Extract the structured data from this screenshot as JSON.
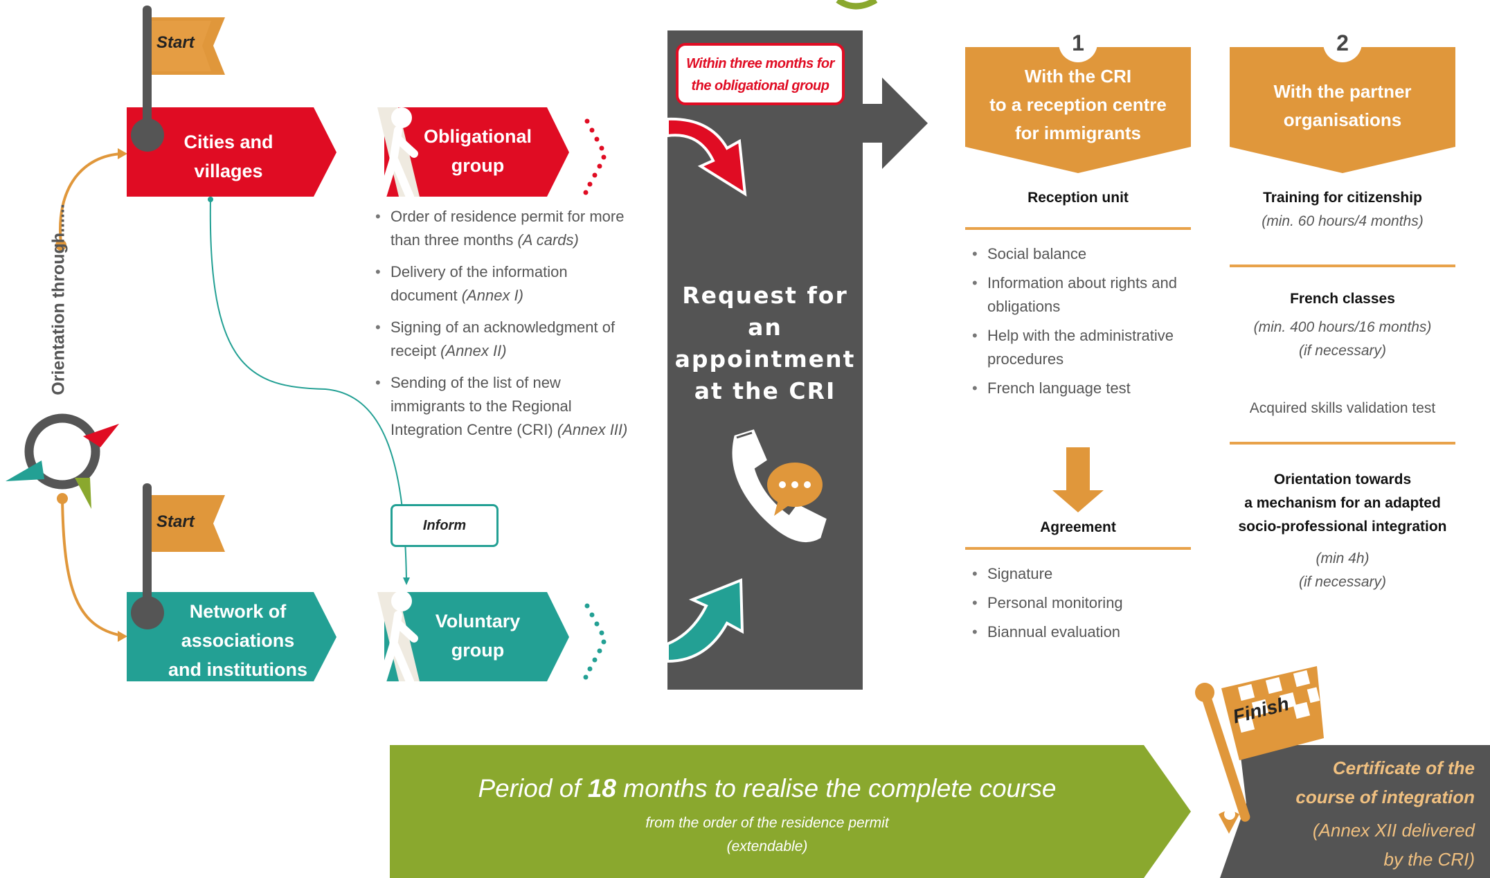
{
  "colors": {
    "red": "#e00c23",
    "teal": "#23a094",
    "orange": "#e0973b",
    "green": "#8aa82e",
    "dark": "#545454"
  },
  "left": {
    "orientation_label": "Orientation through......",
    "flag_top_label": "Start",
    "flag_bottom_label": "Start",
    "cities_line1": "Cities and",
    "cities_line2": "villages",
    "network_line1": "Network of",
    "network_line2": "associations",
    "network_line3": "and institutions"
  },
  "middle": {
    "obligational_line1": "Obligational",
    "obligational_line2": "group",
    "voluntary_line1": "Voluntary",
    "voluntary_line2": "group",
    "inform_label": "Inform",
    "bullets": [
      {
        "text": "Order of residence permit for more than three months ",
        "note": "(A cards)"
      },
      {
        "text": "Delivery of the information document ",
        "note": "(Annex I)"
      },
      {
        "text": "Signing of an acknowledgment of receipt ",
        "note": "(Annex II)"
      },
      {
        "text": "Sending of the list of new immigrants to the Regional Integration Centre (CRI) ",
        "note": "(Annex III)"
      }
    ]
  },
  "cri": {
    "callout_line1": "Within three months for",
    "callout_line2": "the obligational group",
    "request_line1": "Request for an",
    "request_line2": "appointment",
    "request_line3": "at the CRI",
    "phone_icon": "phone-chat-icon"
  },
  "step1": {
    "number": "1",
    "title_line1": "With the CRI",
    "title_line2": "to a reception centre",
    "title_line3": "for immigrants",
    "reception_unit": "Reception unit",
    "reception_items": [
      "Social balance",
      "Information about rights and obligations",
      "Help with the administrative procedures",
      "French language test"
    ],
    "agreement": "Agreement",
    "agreement_items": [
      "Signature",
      "Personal monitoring",
      "Biannual evaluation"
    ]
  },
  "step2": {
    "number": "2",
    "title_line1": "With the partner",
    "title_line2": "organisations",
    "training": "Training for citizenship",
    "training_note": "(min. 60 hours/4 months)",
    "french": "French classes",
    "french_note1": "(min. 400 hours/16 months)",
    "french_note2": "(if necessary)",
    "validation": "Acquired skills validation test",
    "orient_line1": "Orientation towards",
    "orient_line2": "a mechanism for an adapted",
    "orient_line3": "socio-professional integration",
    "orient_note1": "(min 4h)",
    "orient_note2": "(if necessary)"
  },
  "bottom": {
    "period_pre": "Period of ",
    "period_num": "18",
    "period_post": " months to realise the complete course",
    "period_sub1": "from the order of the residence permit",
    "period_sub2": "(extendable)",
    "finish_label": "Finish",
    "cert_line1": "Certificate of the",
    "cert_line2": "course of integration",
    "cert_line3": "(Annex XII delivered",
    "cert_line4": "by the CRI)"
  }
}
